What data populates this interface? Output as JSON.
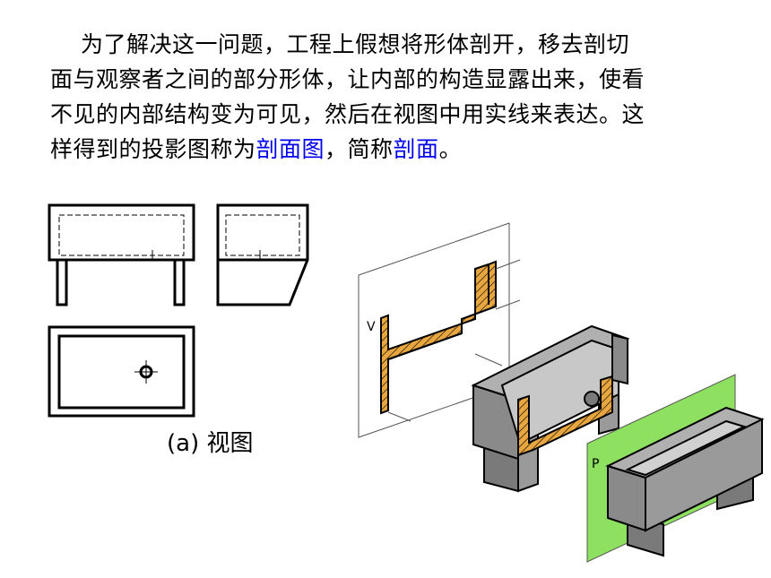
{
  "paragraph": {
    "line1": "为了解决这一问题，工程上假想将形体剖开，移去剖切",
    "line2": "面与观察者之间的部分形体，让内部的构造显露出来，使看",
    "line3": "不见的内部结构变为可见，然后在视图中用实线来表达。这",
    "line4_a": "样得到的投影图称为",
    "line4_term1": "剖面图",
    "line4_b": "，简称",
    "line4_term2": "剖面",
    "line4_c": "。"
  },
  "figure": {
    "caption": "(a) 视图",
    "plane_label_v": "V",
    "plane_label_p": "P"
  },
  "colors": {
    "term": "#0000ee",
    "section_fill": "#e8a640",
    "solid_gray": "#8a8a8a",
    "plane_green": "#8ee060"
  }
}
